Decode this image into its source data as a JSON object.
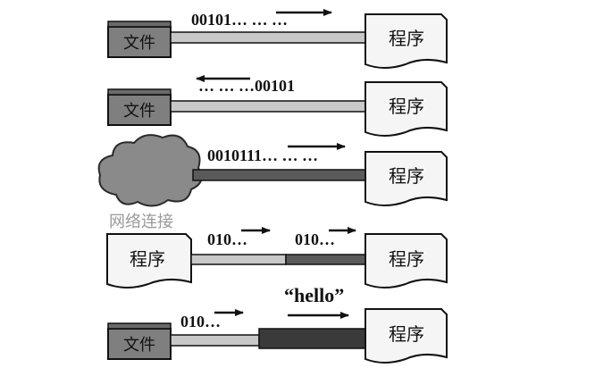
{
  "rows": [
    {
      "source_label": "文件",
      "target_label": "程序",
      "stream_text": "00101… … …",
      "direction": "right"
    },
    {
      "source_label": "文件",
      "target_label": "程序",
      "stream_text": "… … …00101",
      "direction": "left"
    },
    {
      "source_label": "网络连接",
      "target_label": "程序",
      "stream_text": "0010111… … …",
      "direction": "right"
    },
    {
      "source_label": "程序",
      "target_label": "程序",
      "stream_text_1": "010…",
      "stream_text_2": "010…",
      "direction": "right"
    },
    {
      "source_label": "文件",
      "target_label": "程序",
      "stream_text": "010…",
      "output_text": "“hello”",
      "direction": "right"
    }
  ],
  "colors": {
    "file_box": "#7f7f7f",
    "doc_fill": "#f5f5f5",
    "pipe_light": "#c8c8c8",
    "pipe_dark": "#5a5a5a",
    "pipe_black": "#3a3a3a",
    "cloud": "#8a8a8a",
    "network_label": "#9a9a9a"
  }
}
